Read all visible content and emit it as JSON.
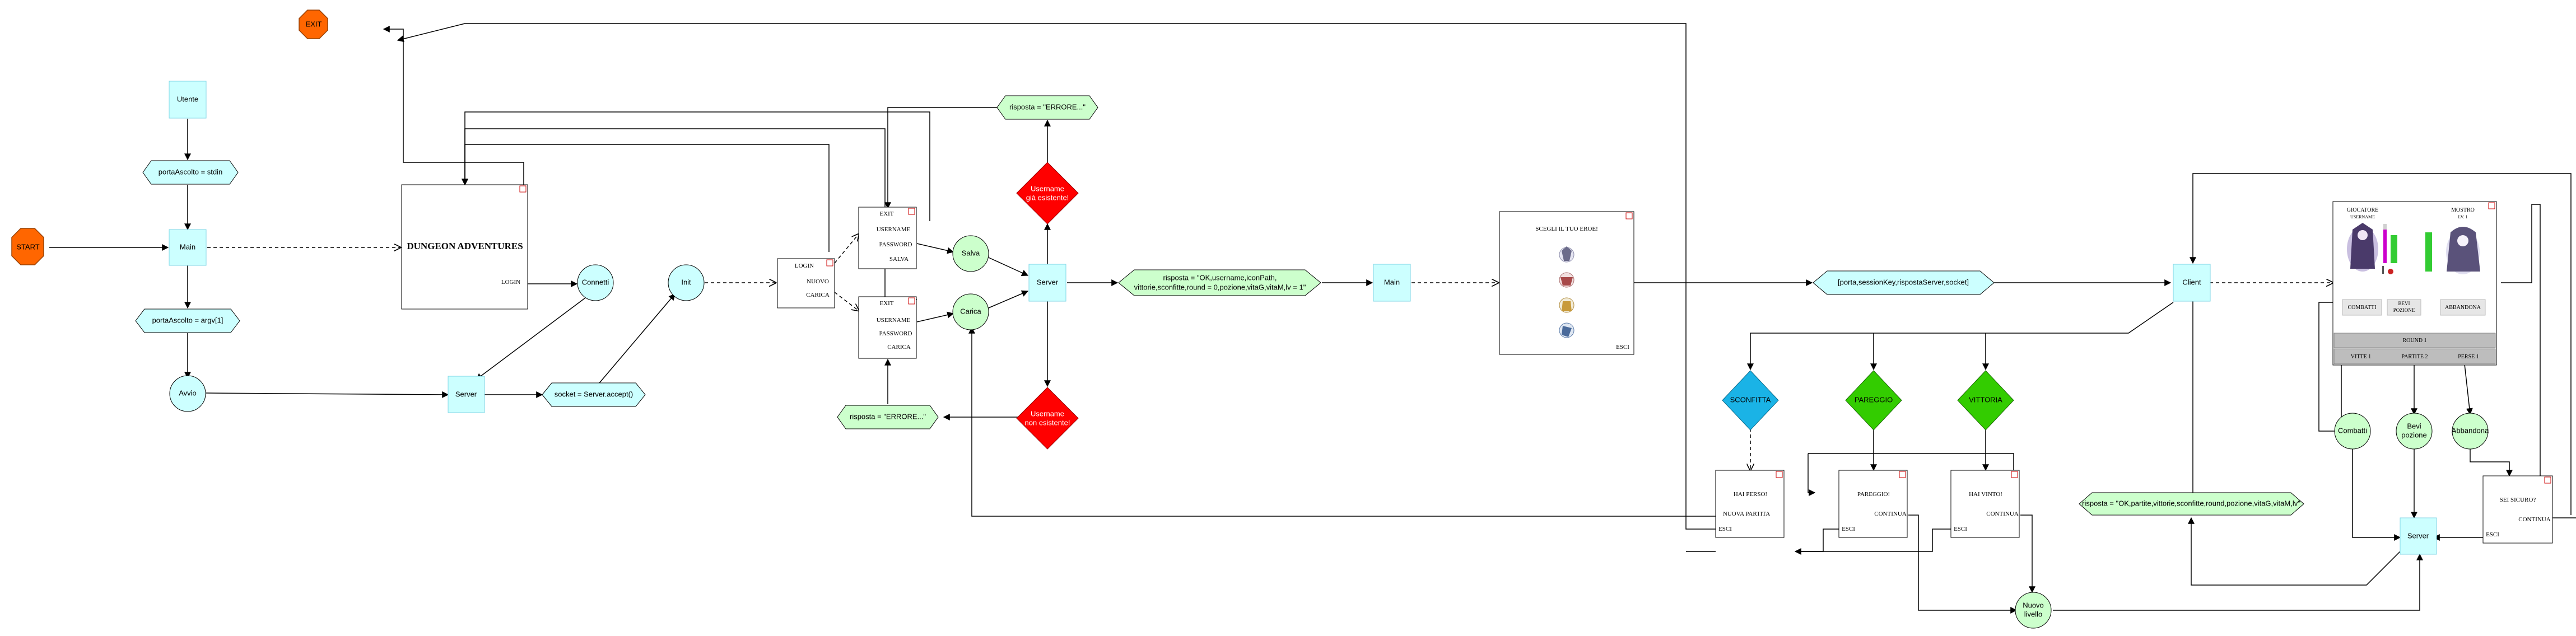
{
  "nodes": {
    "exit_top": "EXIT",
    "start": "START",
    "utente": "Utente",
    "porta_ascolto_stdin": "portaAscolto = stdin",
    "main_left": "Main",
    "porta_ascolto_argv": "portaAscolto = argv[1]",
    "avvio": "Avvio",
    "server_left": "Server",
    "socket_accept": "socket = Server.accept()",
    "connetti": "Connetti",
    "init": "Init",
    "salva": "Salva",
    "carica": "Carica",
    "server_mid": "Server",
    "err_top_line1": "Username",
    "err_top_line2": "già esistente!",
    "err_bottom_line1": "Username",
    "err_bottom_line2": "non esistente!",
    "risposta_err_top": "risposta = \"ERRORE...\"",
    "risposta_err_bottom": "risposta = \"ERRORE...\"",
    "risposta_ok_line1": "risposta = \"OK,username,iconPath,",
    "risposta_ok_line2": "vittorie,sconfitte,round = 0,pozione,vitaG,vitaM,lv = 1\"",
    "main_mid": "Main",
    "porta_client": "[porta,sessionKey,rispostaServer,socket]",
    "client": "Client",
    "sconfitta": "SCONFITTA",
    "pareggio": "PAREGGIO",
    "vittoria": "VITTORIA",
    "risposta_ok_right": "risposta = \"OK,partite,vittorie,sconfitte,round,pozione,vitaG,vitaM,lv\"",
    "combatti": "Combatti",
    "bevi_pozione_line1": "Bevi",
    "bevi_pozione_line2": "pozione",
    "abbandona": "Abbandona",
    "server_right": "Server",
    "nuovo_livello_line1": "Nuovo",
    "nuovo_livello_line2": "livello"
  },
  "screens": {
    "dungeon": {
      "title": "DUNGEON ADVENTURES",
      "login": "LOGIN"
    },
    "login_menu": {
      "login": "LOGIN",
      "nuovo": "NUOVO",
      "carica": "CARICA"
    },
    "form_new": {
      "exit": "EXIT",
      "username": "USERNAME",
      "password": "PASSWORD",
      "action": "SALVA"
    },
    "form_load": {
      "exit": "EXIT",
      "username": "USERNAME",
      "password": "PASSWORD",
      "action": "CARICA"
    },
    "hero_select": {
      "title": "SCEGLI IL TUO EROE!",
      "exit": "ESCI"
    },
    "lost": {
      "title": "HAI PERSO!",
      "retry": "NUOVA PARTITA",
      "exit": "ESCI"
    },
    "draw": {
      "title": "PAREGGIO!",
      "next": "CONTINUA",
      "exit": "ESCI"
    },
    "won": {
      "title": "HAI VINTO!",
      "next": "CONTINUA",
      "exit": "ESCI"
    },
    "confirm": {
      "title": "SEI SICURO?",
      "next": "CONTINUA",
      "exit": "ESCI"
    },
    "game": {
      "player": "GIOCATORE",
      "player_name": "USERNAME",
      "monster": "MOSTRO",
      "monster_level": "LV. 1",
      "fight": "COMBATTI",
      "potion_line1": "BEVI",
      "potion_line2": "POZIONE",
      "quit": "ABBANDONA",
      "round": "ROUND 1",
      "wins": "VITTE 1",
      "matches": "PARTITE 2",
      "losses": "PERSE 1"
    }
  },
  "colors": {
    "cyan": "#ccffff",
    "cyan_stroke": "#7fd6e6",
    "green": "#ccffcc",
    "green_stroke": "#2e8b2e",
    "red": "#ff0000",
    "orange": "#ff6600",
    "blue": "#1ab3e6",
    "bright_green": "#33cc00"
  }
}
